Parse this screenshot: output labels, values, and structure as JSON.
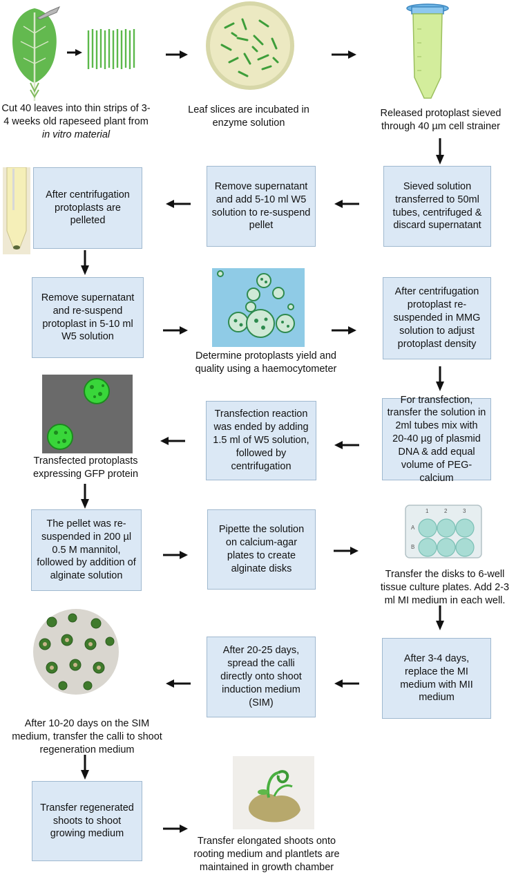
{
  "row1": {
    "leaves_caption_a": "Cut 40 leaves into thin strips of 3-4 weeks old rapeseed plant from",
    "leaves_caption_b": "in vitro material",
    "enzyme_caption": "Leaf slices are incubated in enzyme solution",
    "sieve_caption": "Released protoplast sieved through 40 µm cell strainer"
  },
  "row2": {
    "centrifuge_box": "Sieved solution transferred to 50ml tubes, centrifuged & discard supernatant",
    "resuspend_box": "Remove supernatant and  add 5-10 ml W5 solution to re-suspend pellet",
    "pellet_box": "After centrifugation protoplasts are pelleted"
  },
  "row3": {
    "w5_box": "Remove supernatant and re-suspend protoplast in 5-10 ml W5 solution",
    "yield_caption": "Determine protoplasts yield and quality using a haemocytometer",
    "mmg_box": "After centrifugation protoplast re-suspended in MMG solution to adjust protoplast density"
  },
  "row4": {
    "transfection_box": "For transfection, transfer the solution in 2ml tubes mix with 20-40 µg of plasmid DNA & add equal volume of PEG-calcium",
    "ended_box": "Transfection reaction was ended by adding 1.5 ml of W5 solution, followed by centrifugation",
    "gfp_caption": "Transfected protoplasts expressing GFP protein"
  },
  "row5": {
    "mannitol_box": "The pellet was re-suspended in 200 µl 0.5 M mannitol, followed by addition of alginate solution",
    "pipette_box": "Pipette the solution on calcium-agar plates to create alginate disks",
    "plate_caption": "Transfer the disks to 6-well tissue culture plates. Add 2-3 ml MI medium in each well.",
    "plate_cols": [
      "1",
      "2",
      "3"
    ],
    "plate_rows": [
      "A",
      "B"
    ]
  },
  "row6": {
    "mii_box": "After 3-4 days, replace the MI medium with MII medium",
    "sim_box": "After 20-25 days, spread the calli directly onto shoot induction medium (SIM)",
    "calli_caption": "After 10-20 days on the SIM medium, transfer the calli to shoot regeneration medium"
  },
  "row7": {
    "growing_box": "Transfer regenerated shoots to shoot growing medium",
    "rooting_caption": "Transfer elongated shoots onto rooting medium and plantlets are maintained in growth chamber"
  },
  "colors": {
    "box_fill": "#dbe8f5",
    "box_border": "#9fb8cf",
    "leaf_green": "#5bb84a",
    "gfp_green": "#39d63a"
  }
}
